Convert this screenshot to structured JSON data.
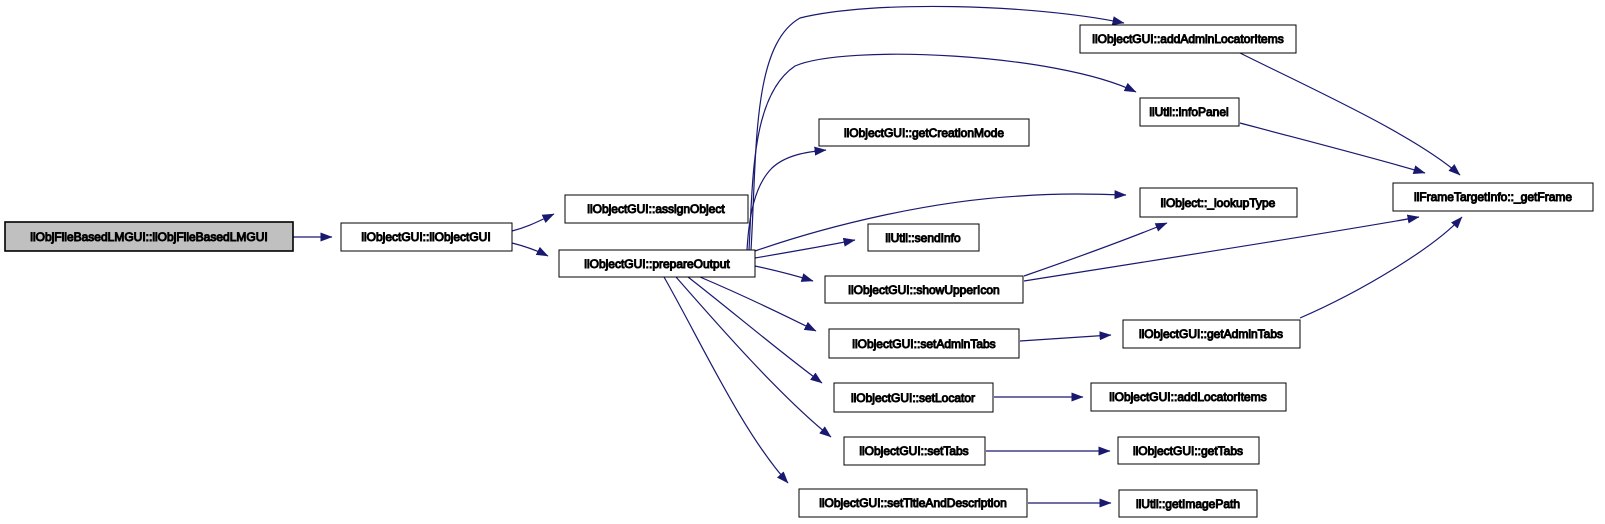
{
  "diagram": {
    "type": "doxygen-call-graph",
    "colors": {
      "background": "#ffffff",
      "edge": "#191970",
      "node_border": "#000000",
      "node_fill": "#ffffff",
      "highlight_fill": "#c0c0c0",
      "text": "#000000"
    },
    "nodes": [
      {
        "id": "ilObjFileBasedLMGUI-ctor",
        "label": "ilObjFileBasedLMGUI::ilObjFileBasedLMGUI",
        "highlighted": true
      },
      {
        "id": "ilObjectGUI-ctor",
        "label": "ilObjectGUI::ilObjectGUI",
        "highlighted": false
      },
      {
        "id": "assignObject",
        "label": "ilObjectGUI::assignObject",
        "highlighted": false
      },
      {
        "id": "prepareOutput",
        "label": "ilObjectGUI::prepareOutput",
        "highlighted": false
      },
      {
        "id": "addAdminLocatorItems",
        "label": "ilObjectGUI::addAdminLocatorItems",
        "highlighted": false
      },
      {
        "id": "infoPanel",
        "label": "ilUtil::infoPanel",
        "highlighted": false
      },
      {
        "id": "getCreationMode",
        "label": "ilObjectGUI::getCreationMode",
        "highlighted": false
      },
      {
        "id": "lookupType",
        "label": "ilObject::_lookupType",
        "highlighted": false
      },
      {
        "id": "getFrame",
        "label": "ilFrameTargetInfo::_getFrame",
        "highlighted": false
      },
      {
        "id": "sendInfo",
        "label": "ilUtil::sendInfo",
        "highlighted": false
      },
      {
        "id": "showUpperIcon",
        "label": "ilObjectGUI::showUpperIcon",
        "highlighted": false
      },
      {
        "id": "setAdminTabs",
        "label": "ilObjectGUI::setAdminTabs",
        "highlighted": false
      },
      {
        "id": "getAdminTabs",
        "label": "ilObjectGUI::getAdminTabs",
        "highlighted": false
      },
      {
        "id": "setLocator",
        "label": "ilObjectGUI::setLocator",
        "highlighted": false
      },
      {
        "id": "addLocatorItems",
        "label": "ilObjectGUI::addLocatorItems",
        "highlighted": false
      },
      {
        "id": "setTabs",
        "label": "ilObjectGUI::setTabs",
        "highlighted": false
      },
      {
        "id": "getTabs",
        "label": "ilObjectGUI::getTabs",
        "highlighted": false
      },
      {
        "id": "setTitleAndDescription",
        "label": "ilObjectGUI::setTitleAndDescription",
        "highlighted": false
      },
      {
        "id": "getImagePath",
        "label": "ilUtil::getImagePath",
        "highlighted": false
      }
    ],
    "edges": [
      {
        "from": "ilObjFileBasedLMGUI-ctor",
        "to": "ilObjectGUI-ctor"
      },
      {
        "from": "ilObjectGUI-ctor",
        "to": "assignObject"
      },
      {
        "from": "ilObjectGUI-ctor",
        "to": "prepareOutput"
      },
      {
        "from": "prepareOutput",
        "to": "addAdminLocatorItems"
      },
      {
        "from": "prepareOutput",
        "to": "infoPanel"
      },
      {
        "from": "prepareOutput",
        "to": "getCreationMode"
      },
      {
        "from": "prepareOutput",
        "to": "lookupType"
      },
      {
        "from": "prepareOutput",
        "to": "sendInfo"
      },
      {
        "from": "prepareOutput",
        "to": "showUpperIcon"
      },
      {
        "from": "prepareOutput",
        "to": "setAdminTabs"
      },
      {
        "from": "prepareOutput",
        "to": "setLocator"
      },
      {
        "from": "prepareOutput",
        "to": "setTabs"
      },
      {
        "from": "prepareOutput",
        "to": "setTitleAndDescription"
      },
      {
        "from": "addAdminLocatorItems",
        "to": "getFrame"
      },
      {
        "from": "infoPanel",
        "to": "getFrame"
      },
      {
        "from": "showUpperIcon",
        "to": "lookupType"
      },
      {
        "from": "showUpperIcon",
        "to": "getFrame"
      },
      {
        "from": "setAdminTabs",
        "to": "getAdminTabs"
      },
      {
        "from": "getAdminTabs",
        "to": "getFrame"
      },
      {
        "from": "setLocator",
        "to": "addLocatorItems"
      },
      {
        "from": "setTabs",
        "to": "getTabs"
      },
      {
        "from": "setTitleAndDescription",
        "to": "getImagePath"
      }
    ]
  }
}
